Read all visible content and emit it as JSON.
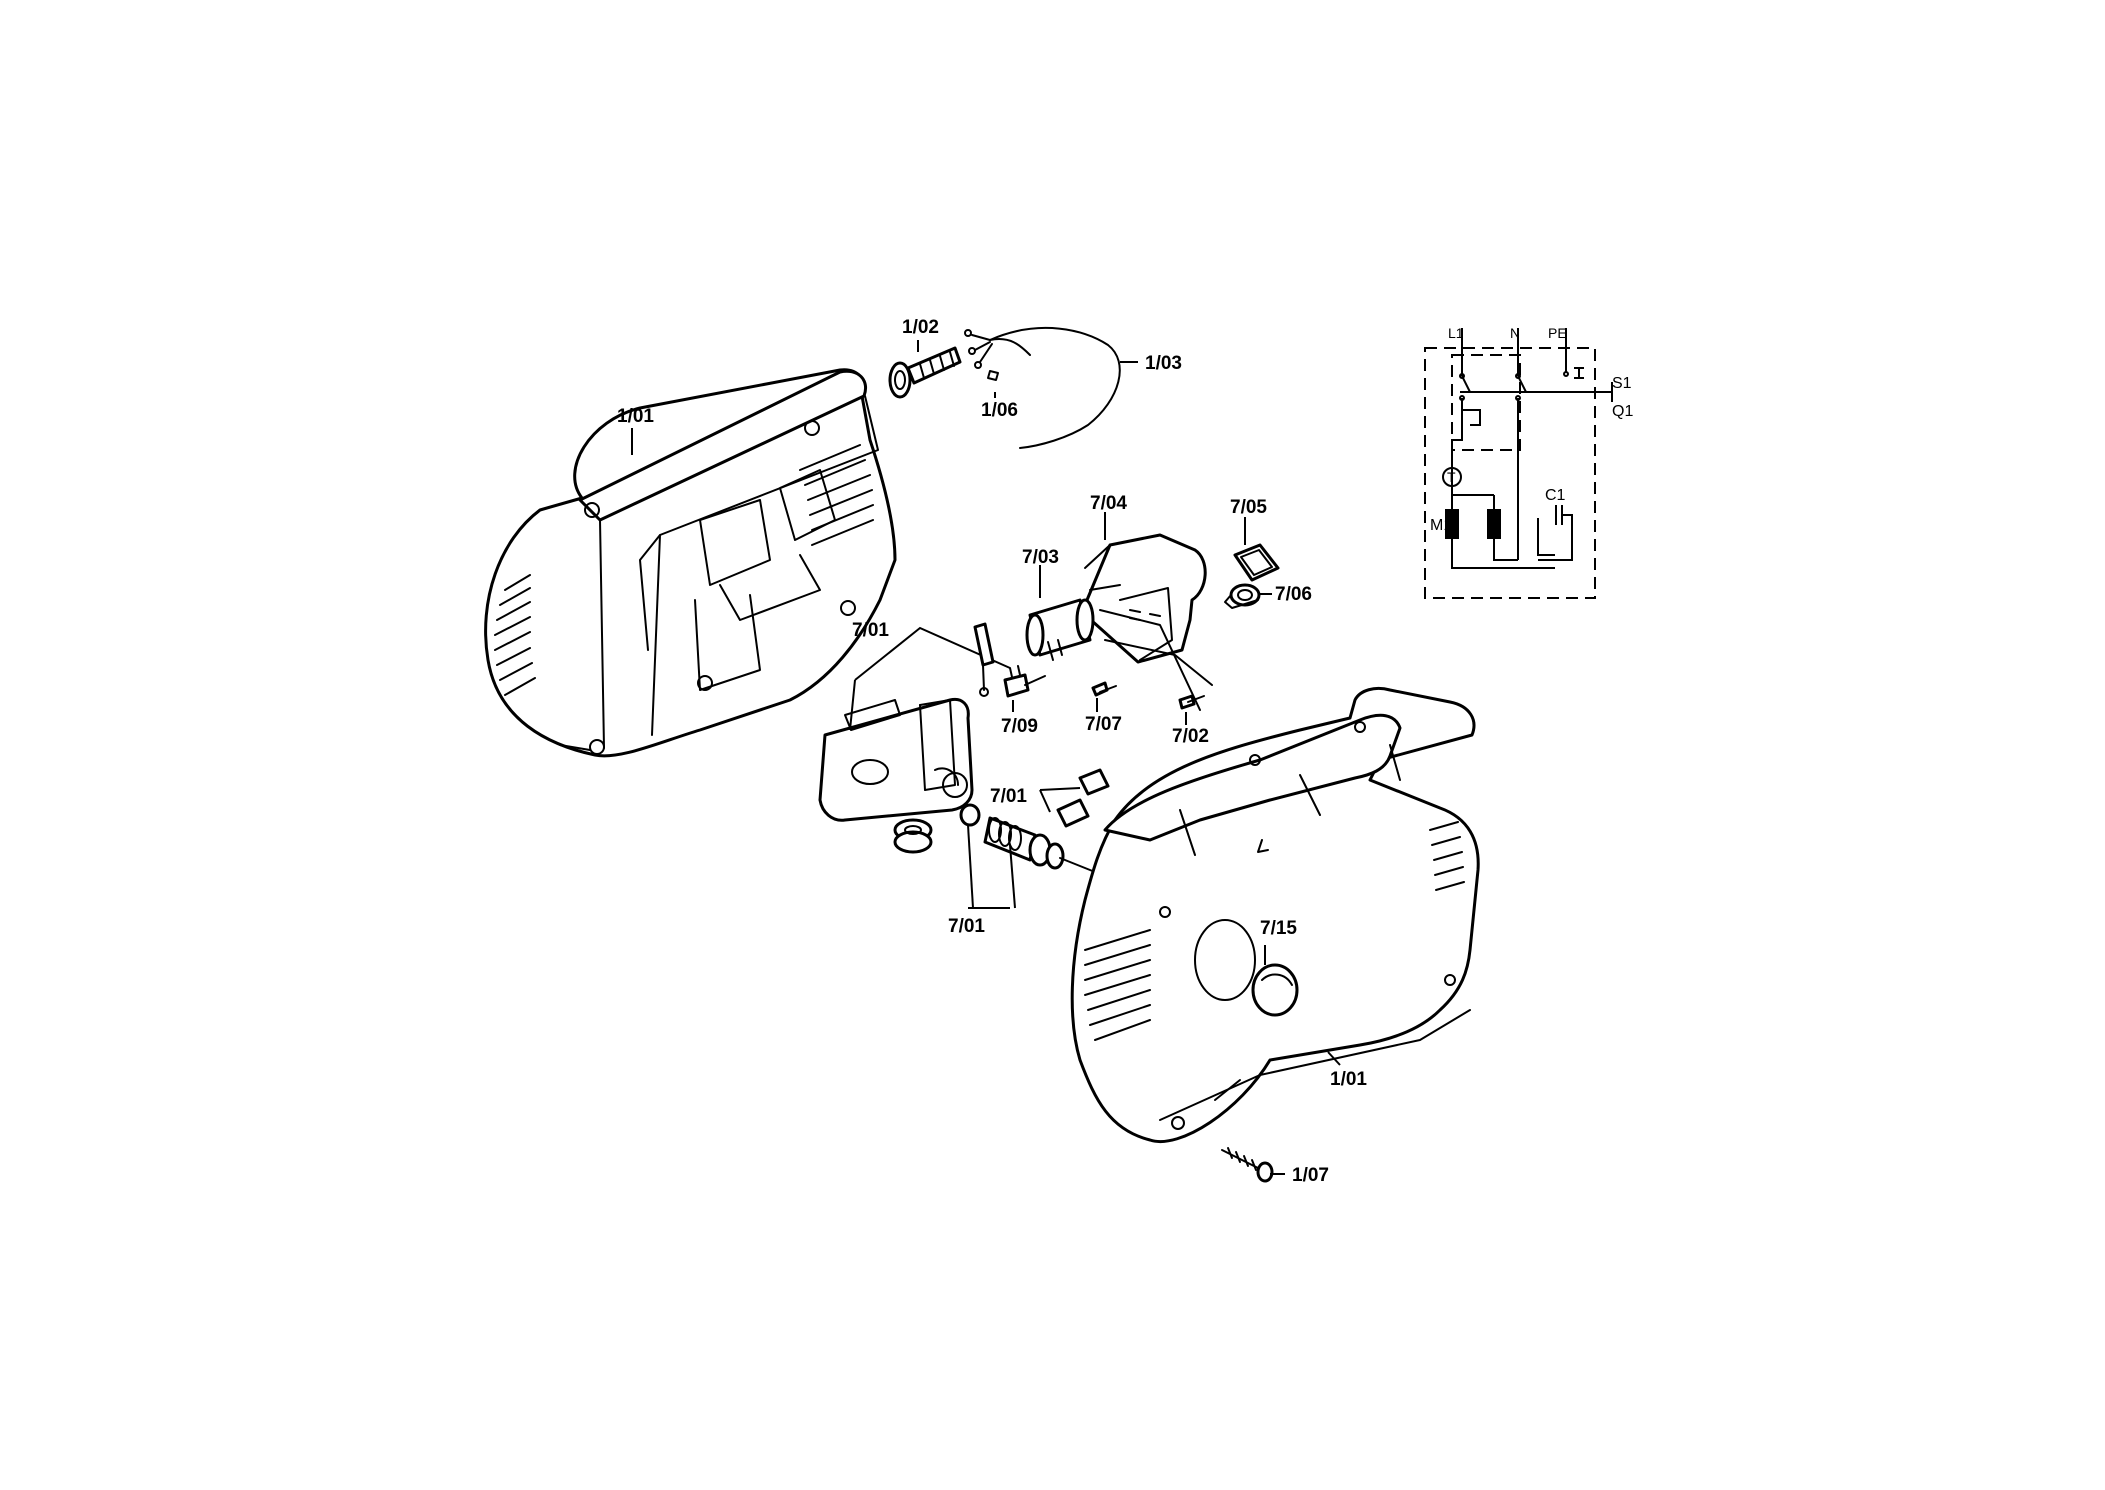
{
  "callouts": {
    "c_1_02": "1/02",
    "c_1_03": "1/03",
    "c_1_06": "1/06",
    "c_1_01_top": "1/01",
    "c_7_04": "7/04",
    "c_7_05": "7/05",
    "c_7_03": "7/03",
    "c_7_06": "7/06",
    "c_7_01_left": "7/01",
    "c_7_09": "7/09",
    "c_7_07": "7/07",
    "c_7_02": "7/02",
    "c_7_01_mid": "7/01",
    "c_7_01_bottom": "7/01",
    "c_7_15": "7/15",
    "c_1_01_bottom": "1/01",
    "c_1_07": "1/07"
  },
  "schematic": {
    "l1": "L1",
    "n": "N",
    "pe": "PE",
    "s1": "S1",
    "q1": "Q1",
    "c1": "C1",
    "m1": "M1",
    "t": "T"
  },
  "colors": {
    "line": "#000000",
    "background": "#ffffff"
  }
}
